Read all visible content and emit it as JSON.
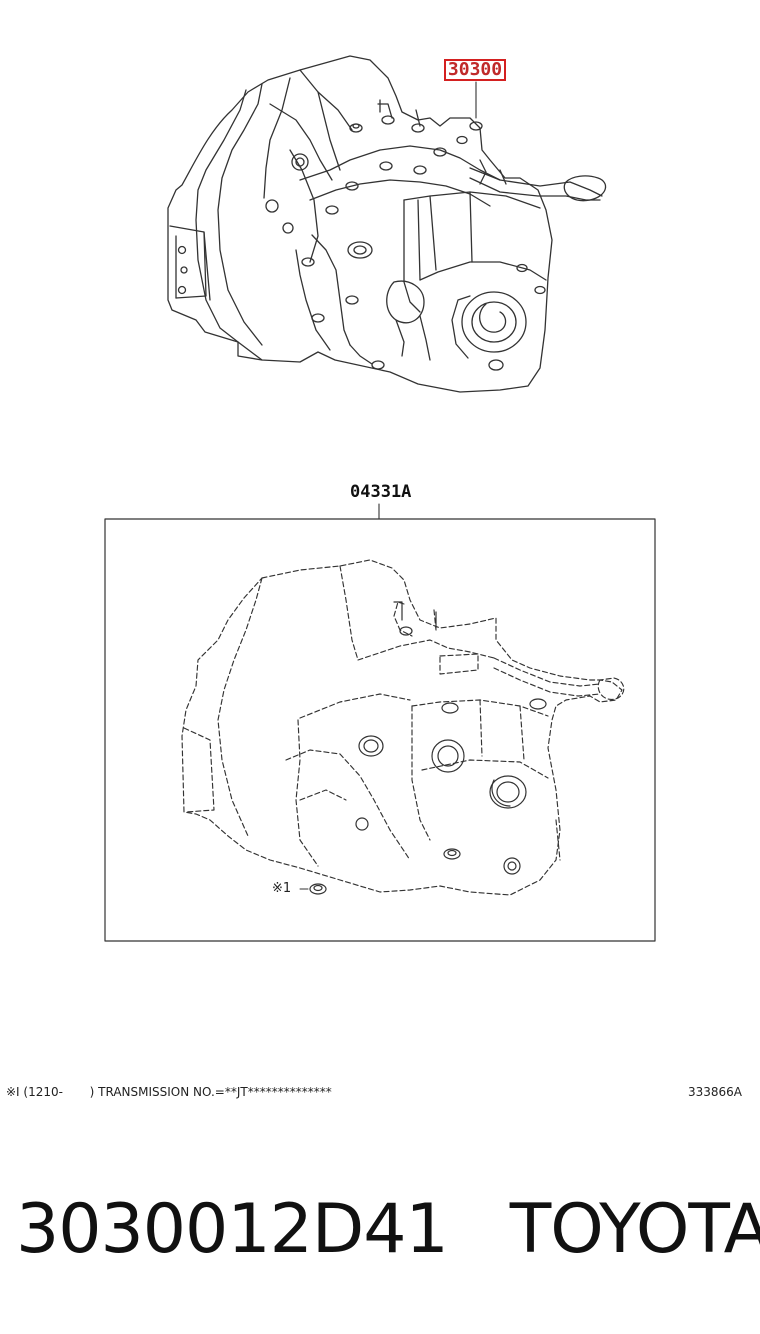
{
  "callouts": {
    "transmission_part": "30300",
    "kit_part": "04331A",
    "mark_label": "※1"
  },
  "footnote": "※I (1210-       ) TRANSMISSION NO.=**JT**************",
  "drawing_code": "333866A",
  "bottom": {
    "part_number": "3030012D41",
    "brand": "TOYOTA"
  },
  "colors": {
    "highlight_border": "#d42020",
    "highlight_text": "#c02a2a",
    "line": "#333333"
  }
}
